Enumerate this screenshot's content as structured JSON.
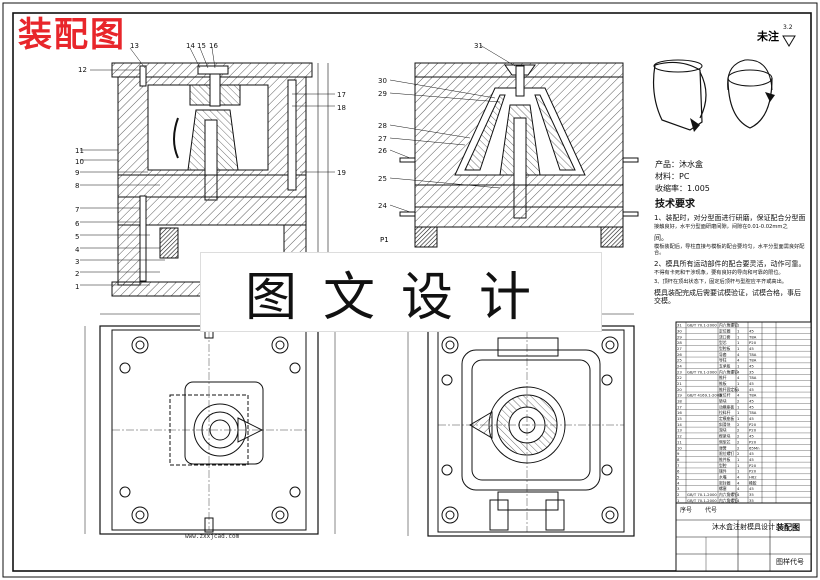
{
  "drawing_title": "装配图",
  "watermark": "图文设计",
  "note_label": "未注",
  "roughness": "3.2",
  "section_label": "P1",
  "product": {
    "name_line": "产品：沐水盒",
    "material_line": "材料：PC",
    "shrink_line": "收缩率：1.005"
  },
  "tech_title": "技术要求",
  "tech_lines": [
    "1、装配时，对分型面进行研磨，保证配合分型面",
    "接触良好，水平分型面研磨间隙，间隙在0.01-0.02mm之",
    "间。",
    "模板装配后，导柱直接与模板的配合要均匀，水平分型面需良好配合。",
    "2、模具所有运动部件的配合要灵活，动作可靠。",
    "不得有卡死和干涉现象，要有良好的导向和可靠的限位。",
    "3、顶杆在顶出状态下，固定后顶杆与型腔应平齐或高出。",
    "模具装配完成后需要试模验证，试模合格，事后交模。"
  ],
  "part_numbers_left": [
    "13",
    "14",
    "15",
    "16",
    "12",
    "17",
    "18",
    "11",
    "10",
    "9",
    "8",
    "7",
    "6",
    "5",
    "4",
    "3",
    "2",
    "1",
    "19"
  ],
  "part_numbers_right": [
    "31",
    "30",
    "29",
    "28",
    "27",
    "26",
    "25",
    "24"
  ],
  "bom_rows": [
    [
      "31",
      "GB/T 70.1-2000",
      "内六角螺钉",
      "1",
      "",
      "",
      "",
      ""
    ],
    [
      "30",
      "",
      "定位圈",
      "1",
      "45",
      "",
      ""
    ],
    [
      "29",
      "",
      "浇口套",
      "1",
      "T8A",
      "",
      ""
    ],
    [
      "28",
      "",
      "型芯",
      "1",
      "P20",
      "",
      ""
    ],
    [
      "27",
      "",
      "型腔板",
      "1",
      "45",
      "",
      ""
    ],
    [
      "26",
      "",
      "导套",
      "4",
      "T8A",
      "",
      ""
    ],
    [
      "25",
      "",
      "导柱",
      "4",
      "T8A",
      "",
      ""
    ],
    [
      "24",
      "",
      "支承板",
      "1",
      "45",
      "",
      ""
    ],
    [
      "23",
      "GB/T 70.1-2000",
      "内六角螺钉",
      "4",
      "35",
      "",
      ""
    ],
    [
      "22",
      "",
      "推杆",
      "4",
      "T8A",
      "",
      ""
    ],
    [
      "21",
      "",
      "推板",
      "1",
      "45",
      "",
      ""
    ],
    [
      "20",
      "",
      "推杆固定板",
      "1",
      "45",
      "",
      ""
    ],
    [
      "19",
      "GB/T 4169.1-2006",
      "复位杆",
      "4",
      "T8A",
      "",
      ""
    ],
    [
      "18",
      "",
      "垫块",
      "2",
      "45",
      "",
      ""
    ],
    [
      "17",
      "",
      "动模座板",
      "1",
      "45",
      "",
      ""
    ],
    [
      "16",
      "",
      "拉料杆",
      "1",
      "T8A",
      "",
      ""
    ],
    [
      "15",
      "",
      "定模座板",
      "1",
      "45",
      "",
      ""
    ],
    [
      "14",
      "",
      "斜滑块",
      "2",
      "P20",
      "",
      ""
    ],
    [
      "13",
      "",
      "滑块",
      "2",
      "P20",
      "",
      ""
    ],
    [
      "12",
      "",
      "楔紧块",
      "2",
      "45",
      "",
      ""
    ],
    [
      "11",
      "",
      "侧型芯",
      "2",
      "P20",
      "",
      ""
    ],
    [
      "10",
      "",
      "弹簧",
      "2",
      "65Mn",
      "",
      ""
    ],
    [
      "9",
      "",
      "限位螺钉",
      "2",
      "45",
      "",
      ""
    ],
    [
      "8",
      "",
      "推件板",
      "1",
      "45",
      "",
      ""
    ],
    [
      "7",
      "",
      "型腔",
      "1",
      "P20",
      "",
      ""
    ],
    [
      "6",
      "",
      "镶件",
      "1",
      "P20",
      "",
      ""
    ],
    [
      "5",
      "",
      "水嘴",
      "4",
      "H62",
      "",
      ""
    ],
    [
      "4",
      "",
      "密封圈",
      "4",
      "橡胶",
      "",
      ""
    ],
    [
      "3",
      "",
      "螺塞",
      "4",
      "45",
      "",
      ""
    ],
    [
      "2",
      "GB/T 70.1-2000",
      "内六角螺钉",
      "4",
      "35",
      "",
      ""
    ],
    [
      "1",
      "GB/T 70.1-2000",
      "内六角螺钉",
      "4",
      "35",
      "",
      ""
    ]
  ],
  "title_block": {
    "design_name": "沐水盒注射模具设计",
    "drawing_name": "装配图",
    "code_label": "图样代号",
    "col_seq": "序号",
    "col_code": "代号"
  },
  "url_text": "www.zxxjcad.com"
}
